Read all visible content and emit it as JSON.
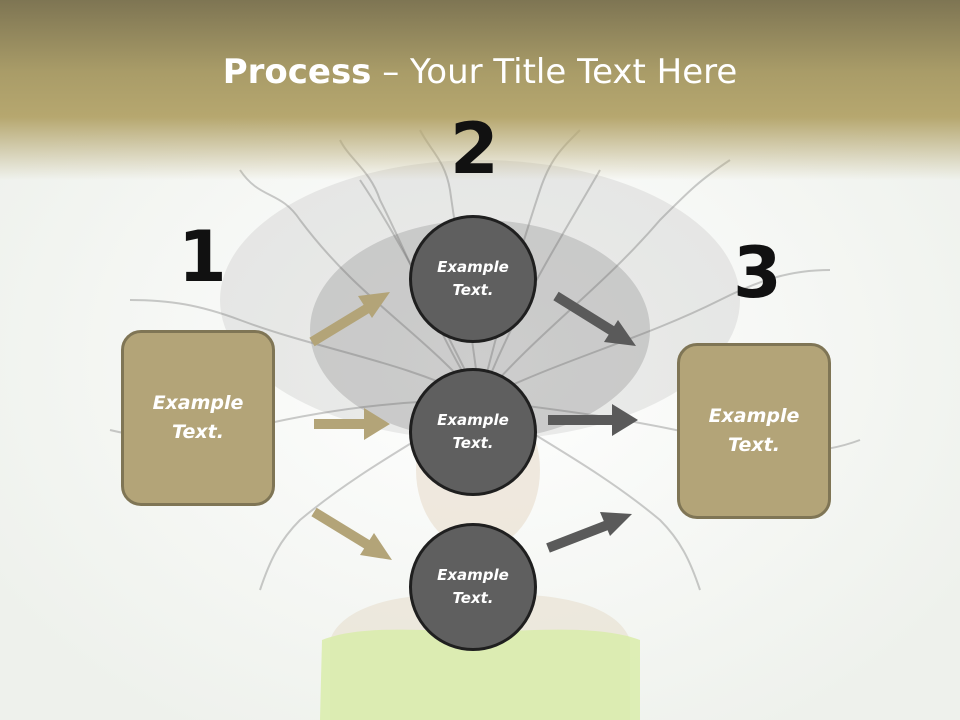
{
  "title": {
    "bold": "Process",
    "rest": " – Your Title Text Here"
  },
  "steps": [
    {
      "number": "1",
      "text": "Example\nText."
    },
    {
      "number": "2",
      "text": "Example\nText."
    },
    {
      "number": "3",
      "text": "Example\nText."
    }
  ],
  "circles": [
    {
      "text": "Example\nText."
    },
    {
      "text": "Example\nText."
    },
    {
      "text": "Example\nText."
    }
  ],
  "colors": {
    "box": "#b3a478",
    "circle": "#5f5f5f",
    "arrow_tan": "#b3a478",
    "arrow_gray": "#5a5a5a",
    "header": "#a99c68"
  }
}
